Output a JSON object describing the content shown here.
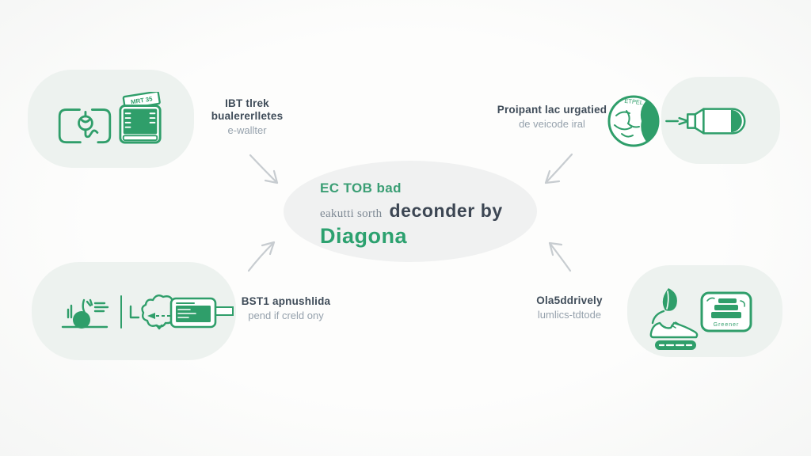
{
  "diagram": {
    "center": {
      "line1": "EC TOB bad",
      "line2_prefix": "eakutti sorth",
      "line2_main": "deconder by",
      "line3": "Diagona"
    },
    "nodes": {
      "top_left": {
        "title_line1": "IBT tlrek",
        "title_line2": "bualererlletes",
        "subtitle": "e-wallter",
        "icons": [
          "contactless-card-icon",
          "wallet-ticket-icon"
        ]
      },
      "top_right": {
        "title_line1": "Proipant lac urgatied",
        "subtitle": "de veicode iral",
        "icons": [
          "globe-stamp-icon",
          "spray-bottle-icon"
        ]
      },
      "bottom_left": {
        "title_line1": "BST1 apnushlida",
        "subtitle": "pend if creld ony",
        "icons": [
          "checkout-cart-icon",
          "route-shape-icon",
          "card-reader-icon"
        ]
      },
      "bottom_right": {
        "title_line1": "Ola5ddrively",
        "subtitle": "lumlics-tdtode",
        "icons": [
          "eco-sneaker-icon",
          "layered-card-icon"
        ]
      }
    },
    "micro_labels": {
      "wallet_card": "MRT 35",
      "globe_arc": "ETPEL",
      "layered_card": "Greener"
    },
    "colors": {
      "icon_green": "#2f9e6a",
      "text_green": "#2ca16f",
      "text_dark": "#3f4c59",
      "text_gray": "#95a1ac",
      "blob_fill": "#edf2ef",
      "ellipse_fill": "#f0f1f1",
      "arrow_gray": "#c7ccd0",
      "background": "#fbfcfb"
    }
  }
}
